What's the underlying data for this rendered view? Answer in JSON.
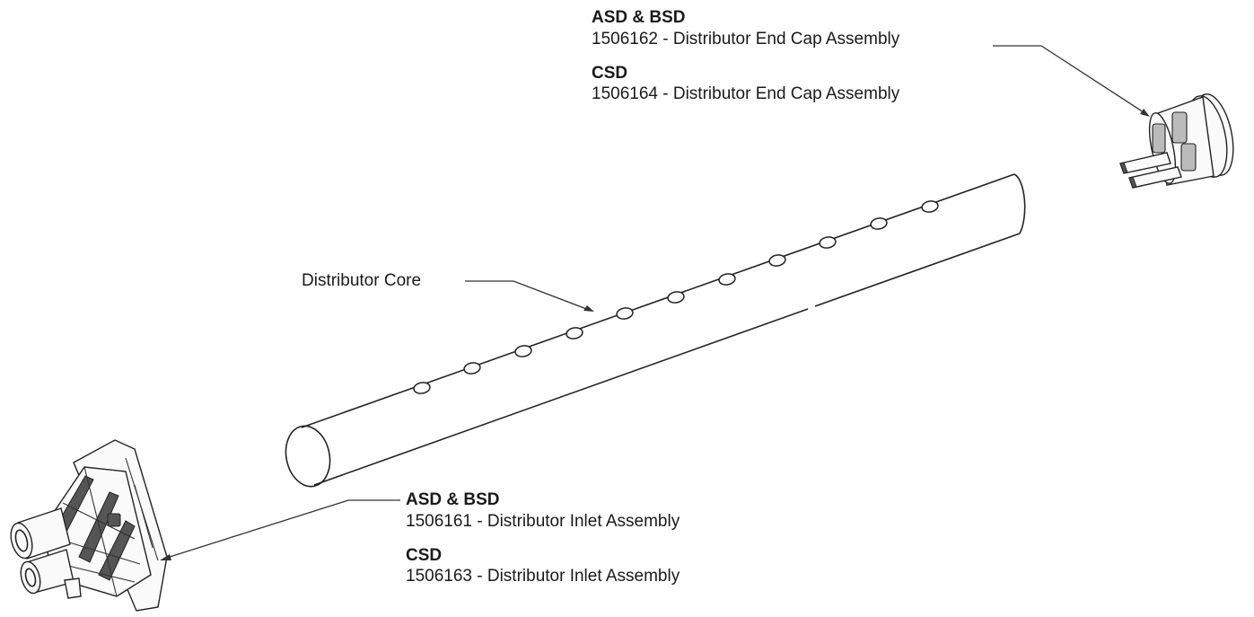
{
  "end_cap": {
    "variant1_heading": "ASD & BSD",
    "variant1_text": "1506162 - Distributor End Cap Assembly",
    "variant2_heading": "CSD",
    "variant2_text": "1506164 - Distributor End Cap Assembly"
  },
  "core": {
    "label": "Distributor Core"
  },
  "inlet": {
    "variant1_heading": "ASD & BSD",
    "variant1_text": "1506161 - Distributor Inlet Assembly",
    "variant2_heading": "CSD",
    "variant2_text": "1506163 - Distributor Inlet Assembly"
  },
  "colors": {
    "line": "#222222",
    "background": "#ffffff"
  }
}
